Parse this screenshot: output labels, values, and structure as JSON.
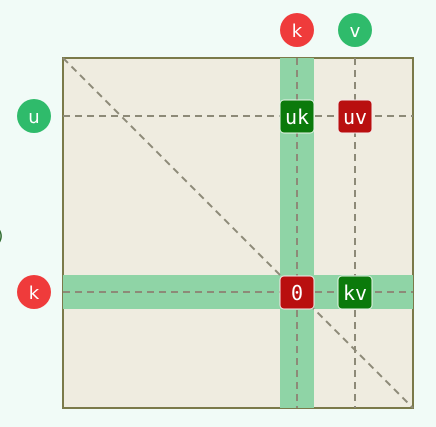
{
  "labels": {
    "top_k": "k",
    "top_v": "v",
    "left_u": "u",
    "left_k": "k"
  },
  "cells": {
    "uk": "uk",
    "uv": "uv",
    "zero": "0",
    "kv": "kv"
  },
  "edge_text": ")",
  "colors": {
    "background": "#f1fbf7",
    "matrix_fill": "#efece0",
    "matrix_border": "#7b7a4a",
    "band": "#8fd4a6",
    "dash": "#8d8a78",
    "circle_red": "#ef3b3b",
    "circle_green": "#2fbb6b",
    "cell_green": "#0b7a0b",
    "cell_red": "#b90f0f"
  }
}
